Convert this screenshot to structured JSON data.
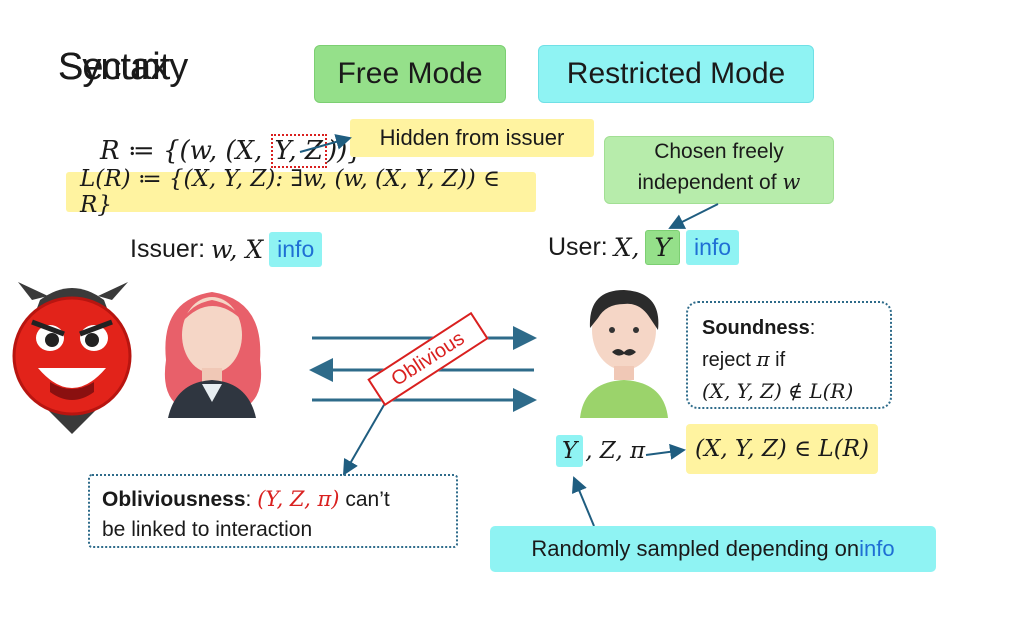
{
  "slide": {
    "title_layer_1": "Syntax",
    "title_layer_2": "Security"
  },
  "modes": {
    "free": "Free Mode",
    "restricted": "Restricted Mode"
  },
  "relation": {
    "prefix": "R ≔ {(w, (X, ",
    "hidden_part": "Y, Z",
    "suffix": "))}",
    "hidden_note": "Hidden from issuer",
    "language": "L(R) ≔ {(X, Y, Z): ∃w, (w, (X, Y, Z)) ∈ R}"
  },
  "chosen_note": {
    "line1": "Chosen freely",
    "line2_text": "independent of ",
    "line2_var": "w"
  },
  "issuer": {
    "label": "Issuer: ",
    "vars": "w, X",
    "info": "info"
  },
  "user": {
    "label": "User: ",
    "vars": "X,",
    "y": "Y",
    "info": "info"
  },
  "protocol": {
    "oblivious_tag": "Oblivious"
  },
  "soundness": {
    "bold": "Soundness",
    "colon": ":",
    "line2_text": "reject ",
    "line2_var": "π",
    "line2_end": " if",
    "line3": "(X, Y, Z) ∉ L(R)"
  },
  "output": {
    "y": "Y",
    "rest": ", Z, π",
    "result": "(X, Y, Z) ∈ L(R)"
  },
  "obliviousness": {
    "bold": "Obliviousness",
    "colon": ": ",
    "math": "(Y, Z, π)",
    "text1": " can’t",
    "text2": "be linked to interaction"
  },
  "random_note": {
    "text": "Randomly sampled depending on ",
    "info": "info"
  },
  "colors": {
    "green_box": "#95e08a",
    "cyan_box": "#8ff3f3",
    "yellow_box": "#fff3a0",
    "red_accent": "#d9201f",
    "blue_text": "#1f6fd4",
    "arrow": "#2e6b8a"
  },
  "icons": {
    "devil": "devil-face-icon",
    "issuer": "woman-avatar-icon",
    "user": "man-avatar-icon"
  }
}
